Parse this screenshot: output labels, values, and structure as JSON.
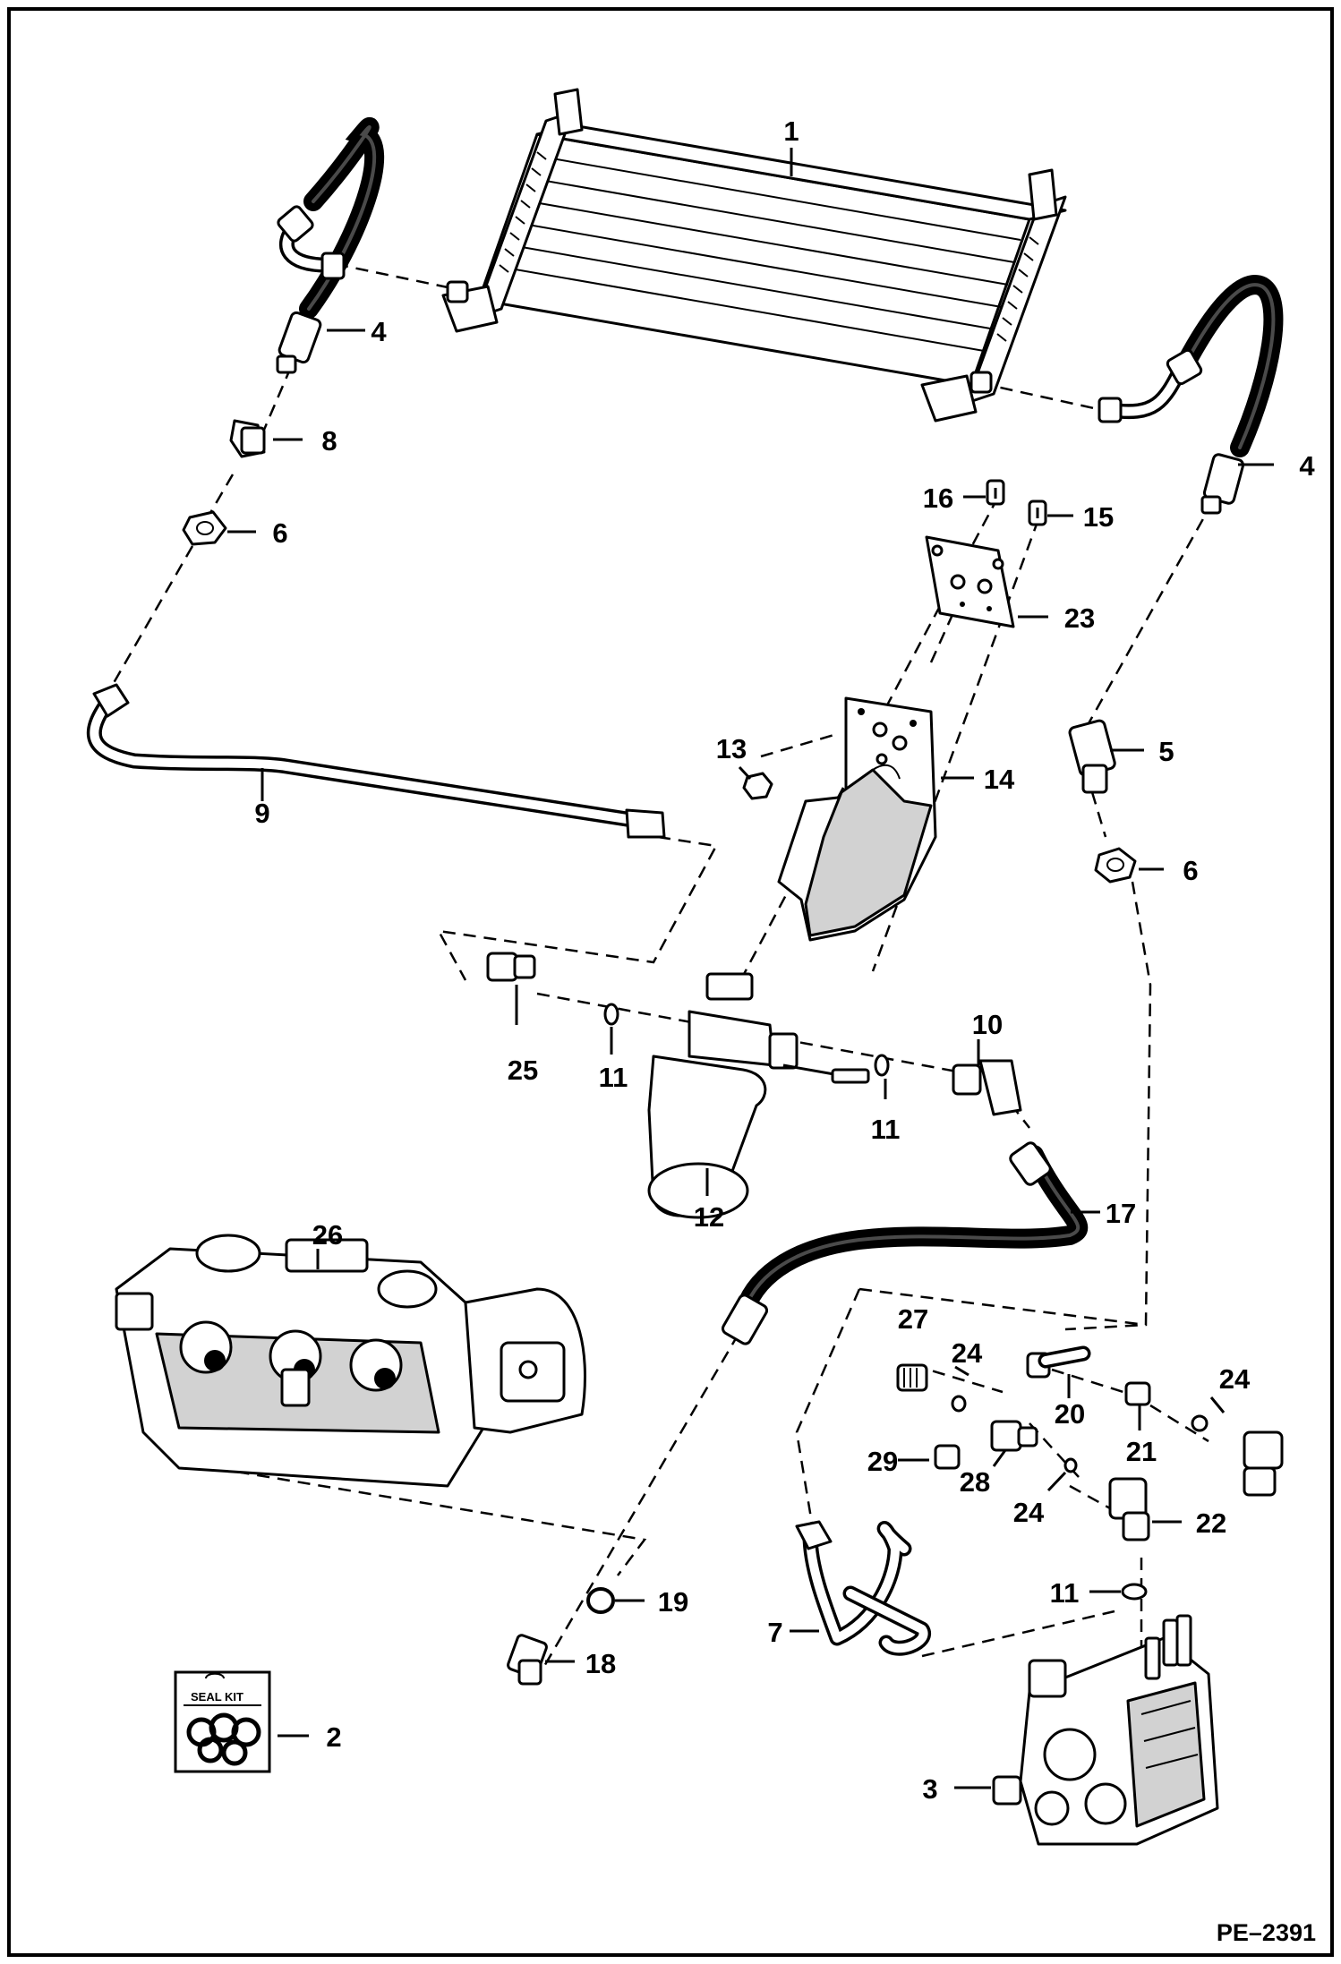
{
  "drawing_id": "PE–2391",
  "seal_kit_label": "SEAL KIT",
  "callouts": {
    "c1": "1",
    "c2": "2",
    "c3": "3",
    "c4a": "4",
    "c4b": "4",
    "c5": "5",
    "c6a": "6",
    "c6b": "6",
    "c7": "7",
    "c8": "8",
    "c9": "9",
    "c10": "10",
    "c11a": "11",
    "c11b": "11",
    "c11c": "11",
    "c12": "12",
    "c13": "13",
    "c14": "14",
    "c15": "15",
    "c16": "16",
    "c17": "17",
    "c18": "18",
    "c19": "19",
    "c20": "20",
    "c21": "21",
    "c22": "22",
    "c23": "23",
    "c24a": "24",
    "c24b": "24",
    "c24c": "24",
    "c25": "25",
    "c26": "26",
    "c27": "27",
    "c28": "28",
    "c29": "29"
  }
}
